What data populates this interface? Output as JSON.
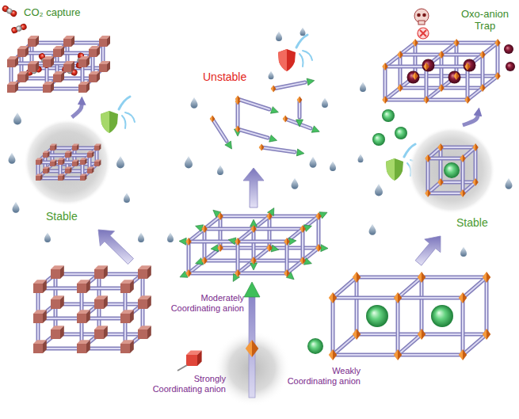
{
  "diagram": {
    "nodes": [
      {
        "text": [
          "CO₂ capture"
        ]
      },
      {
        "text": [
          "Oxo-anion Trap"
        ]
      },
      {
        "text": [
          "Unstable"
        ]
      },
      {
        "text": [
          "Stable"
        ]
      },
      {
        "text": [
          "Stable"
        ]
      }
    ],
    "edges": [
      {
        "from": 3,
        "to": 0,
        "arrow": "to"
      },
      {
        "from": 4,
        "to": 1,
        "arrow": "to"
      }
    ],
    "labels": [
      "Moderately Coordinating anion",
      "Strongly Coordinating anion",
      "Weakly Coordinating anion"
    ]
  }
}
